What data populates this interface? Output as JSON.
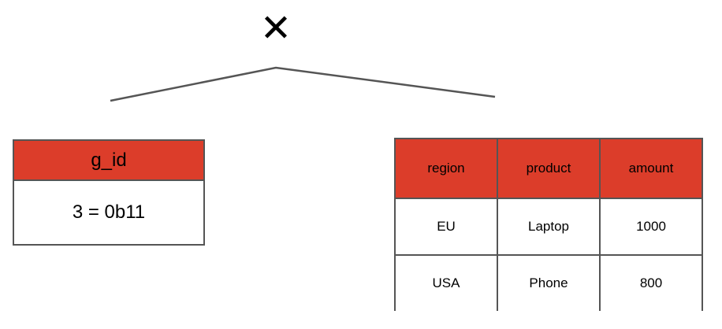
{
  "operator": {
    "symbol": "✕",
    "icon": "cross-product-icon"
  },
  "colors": {
    "header": "#dc3d2a",
    "border": "#555555",
    "connector": "#555555"
  },
  "left_table": {
    "header": "g_id",
    "value": "3 = 0b11"
  },
  "right_table": {
    "columns": [
      "region",
      "product",
      "amount"
    ],
    "rows": [
      [
        "EU",
        "Laptop",
        "1000"
      ],
      [
        "USA",
        "Phone",
        "800"
      ]
    ]
  }
}
